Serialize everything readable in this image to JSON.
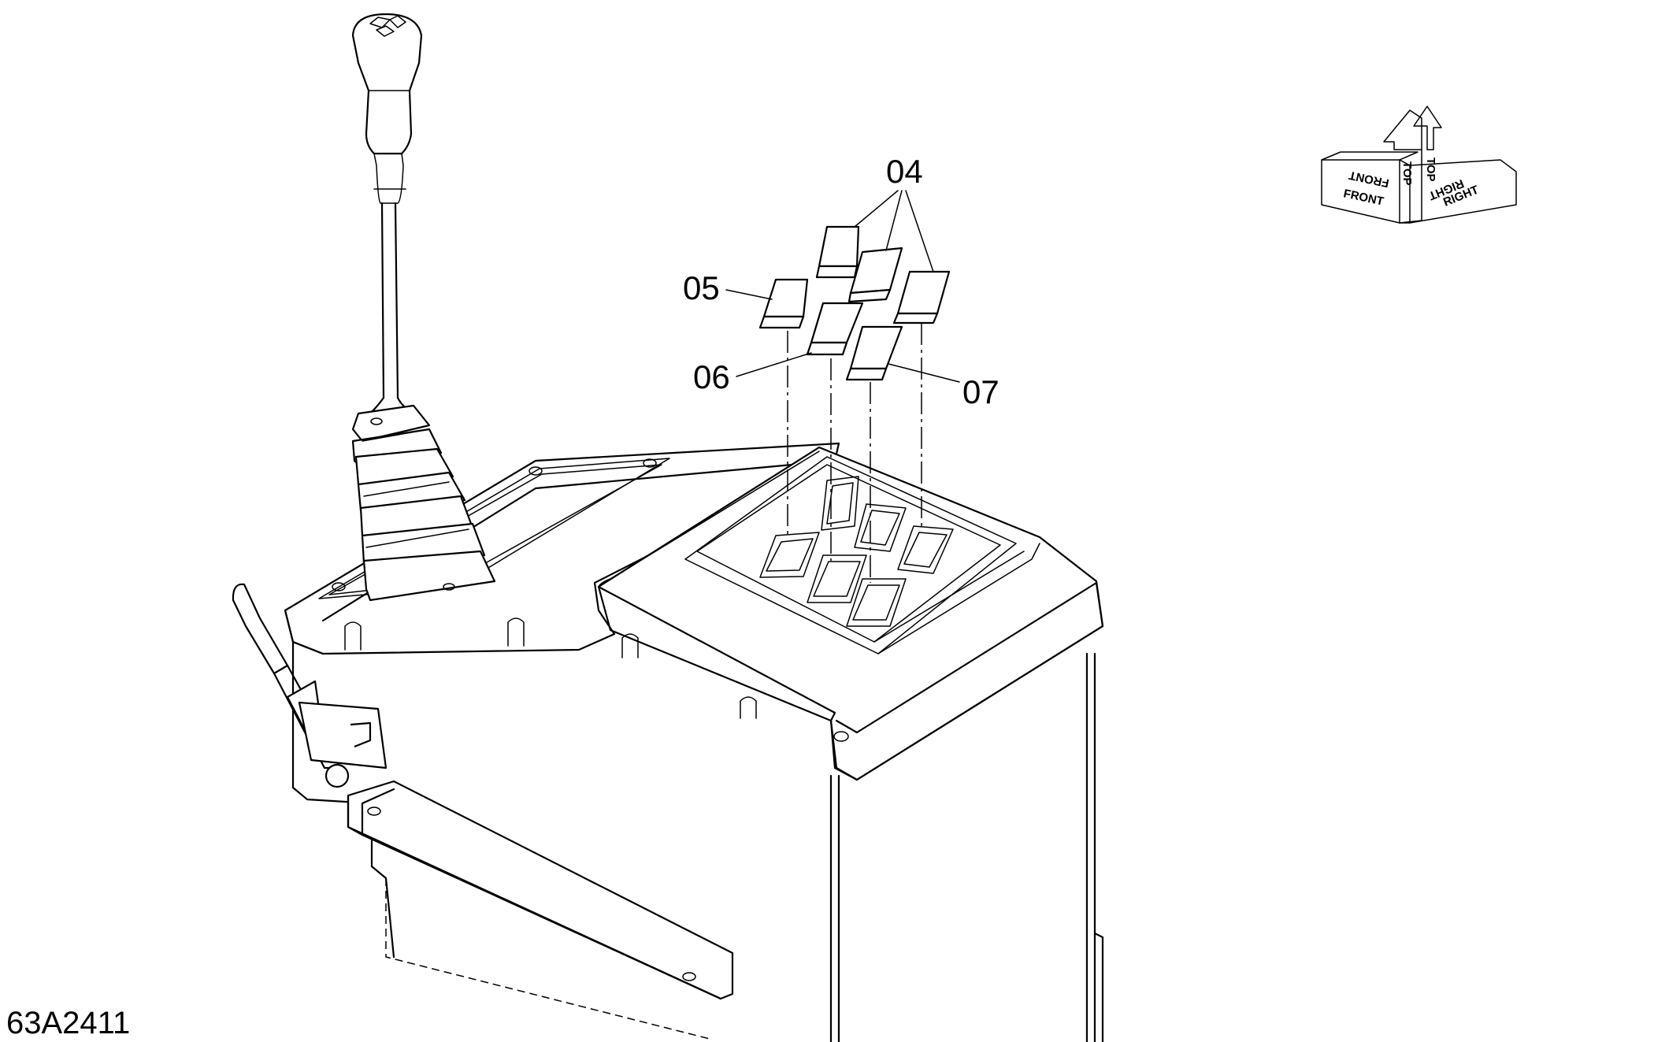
{
  "drawing_code": "63A2411",
  "callouts": [
    {
      "id": "04",
      "label": "04"
    },
    {
      "id": "05",
      "label": "05"
    },
    {
      "id": "06",
      "label": "06"
    },
    {
      "id": "07",
      "label": "07"
    }
  ],
  "orientation": {
    "front": "FRONT",
    "top": "TOP",
    "right": "RIGHT"
  }
}
